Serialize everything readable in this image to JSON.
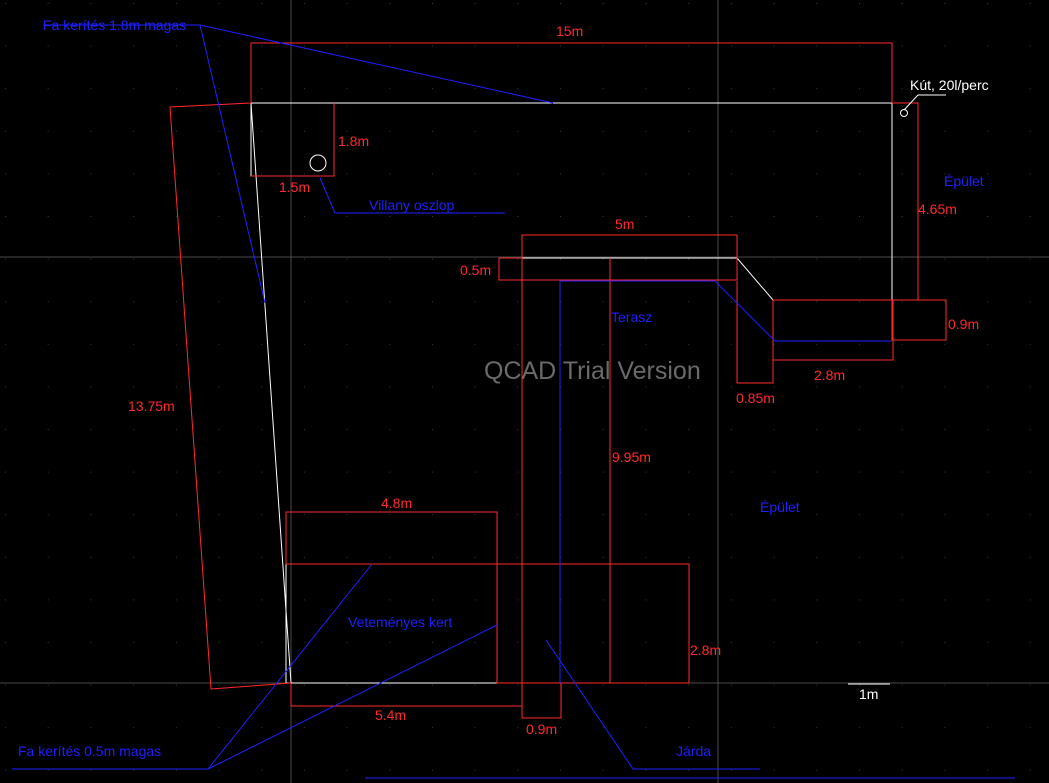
{
  "app": {
    "watermark": "QCAD Trial Version"
  },
  "colors": {
    "background": "#000000",
    "dimension": "#ff2a2a",
    "annotation": "#1f1fff",
    "outline": "#ffffff",
    "grid": "#3a3a3a",
    "watermark": "#6a6a6a"
  },
  "labels": {
    "fence_high": "Fa kerítés 1.8m magas",
    "fence_low": "Fa kerítés 0.5m magas",
    "pole": "Villany oszlop",
    "terrace": "Terasz",
    "garden": "Veteményes kert",
    "sidewalk": "Járda",
    "building_top": "Épület",
    "building_mid": "Épület",
    "well": "Kút, 20l/perc"
  },
  "dimensions": {
    "width_top": "15m",
    "pole_h": "1.8m",
    "pole_w": "1.5m",
    "terrace_w": "5m",
    "terrace_step": "0.5m",
    "building_depth": "4.65m",
    "porch_w": "0.9m",
    "porch_len": "2.8m",
    "porch_step": "0.85m",
    "side_len": "13.75m",
    "terrace_len": "9.95m",
    "garden_w": "4.8m",
    "front_w": "5.4m",
    "front_step": "0.9m",
    "front_h": "2.8m",
    "scale": "1m"
  }
}
